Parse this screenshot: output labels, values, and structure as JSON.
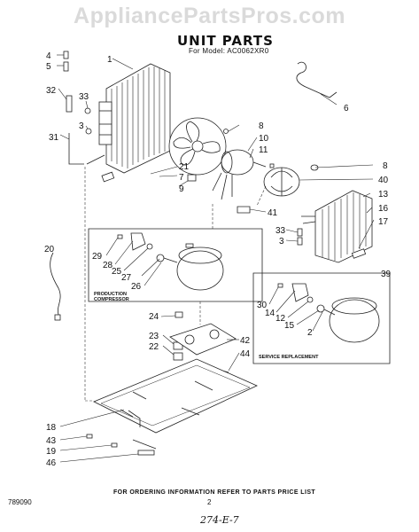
{
  "watermark": "AppliancePartsPros.com",
  "header": {
    "title": "UNIT PARTS",
    "model_line": "For Model: AC0062XR0"
  },
  "boxes": {
    "production": [
      "PRODUCTION",
      "COMPRESSOR"
    ],
    "service": "SERVICE REPLACEMENT"
  },
  "callouts": [
    {
      "id": "c4",
      "text": "4"
    },
    {
      "id": "c5",
      "text": "5"
    },
    {
      "id": "c1",
      "text": "1"
    },
    {
      "id": "c32",
      "text": "32"
    },
    {
      "id": "c33a",
      "text": "33"
    },
    {
      "id": "c3a",
      "text": "3"
    },
    {
      "id": "c31",
      "text": "31"
    },
    {
      "id": "c6",
      "text": "6"
    },
    {
      "id": "c8a",
      "text": "8"
    },
    {
      "id": "c10",
      "text": "10"
    },
    {
      "id": "c11",
      "text": "11"
    },
    {
      "id": "c21",
      "text": "21"
    },
    {
      "id": "c7",
      "text": "7"
    },
    {
      "id": "c9",
      "text": "9"
    },
    {
      "id": "c8b",
      "text": "8"
    },
    {
      "id": "c40",
      "text": "40"
    },
    {
      "id": "c13",
      "text": "13"
    },
    {
      "id": "c16",
      "text": "16"
    },
    {
      "id": "c41",
      "text": "41"
    },
    {
      "id": "c33b",
      "text": "33"
    },
    {
      "id": "c3b",
      "text": "3"
    },
    {
      "id": "c17",
      "text": "17"
    },
    {
      "id": "c20",
      "text": "20"
    },
    {
      "id": "c29",
      "text": "29"
    },
    {
      "id": "c28",
      "text": "28"
    },
    {
      "id": "c25",
      "text": "25"
    },
    {
      "id": "c27",
      "text": "27"
    },
    {
      "id": "c26",
      "text": "26"
    },
    {
      "id": "c39",
      "text": "39"
    },
    {
      "id": "c30",
      "text": "30"
    },
    {
      "id": "c14",
      "text": "14"
    },
    {
      "id": "c12",
      "text": "12"
    },
    {
      "id": "c15",
      "text": "15"
    },
    {
      "id": "c2",
      "text": "2"
    },
    {
      "id": "c24",
      "text": "24"
    },
    {
      "id": "c23",
      "text": "23"
    },
    {
      "id": "c22",
      "text": "22"
    },
    {
      "id": "c42",
      "text": "42"
    },
    {
      "id": "c44",
      "text": "44"
    },
    {
      "id": "c18",
      "text": "18"
    },
    {
      "id": "c43",
      "text": "43"
    },
    {
      "id": "c19",
      "text": "19"
    },
    {
      "id": "c46",
      "text": "46"
    }
  ],
  "footer": {
    "note": "FOR ORDERING INFORMATION REFER TO PARTS PRICE LIST",
    "doc_number": "789090",
    "page_number": "2",
    "handwritten": "274-E-7"
  }
}
